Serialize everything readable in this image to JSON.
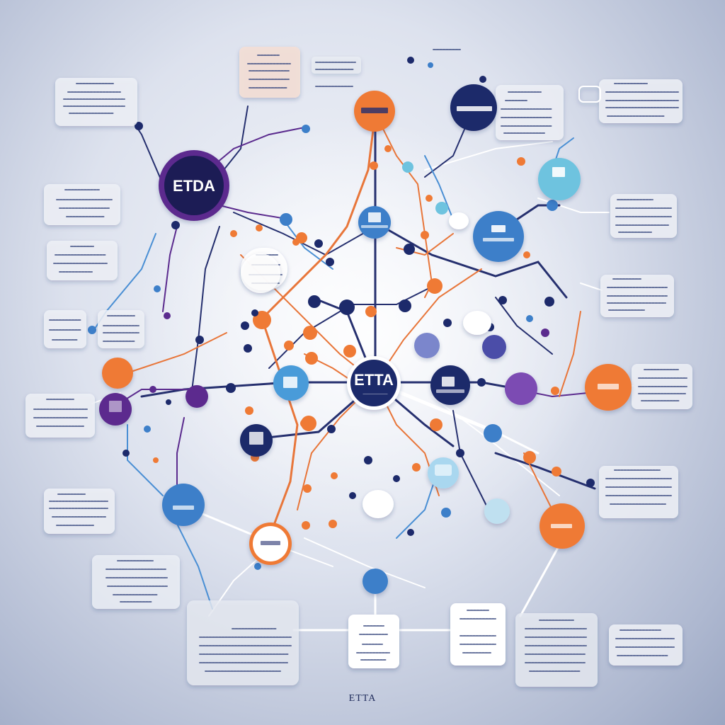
{
  "colors": {
    "navy": "#1d2a6b",
    "blue": "#3d7fc9",
    "light_blue": "#6ec3df",
    "pale_blue": "#bfe0f0",
    "orange": "#ef7a35",
    "purple": "#5b2b8e",
    "white": "#ffffff",
    "line_orange": "#e8763a",
    "line_navy": "#26306f",
    "line_blue": "#4a8fd4",
    "line_white": "#ffffff"
  },
  "diagram": {
    "title_node_label": "ETTA",
    "logo_node_label": "ETDA",
    "footer_label": "ETTA",
    "hub_sublabel": "———————"
  }
}
